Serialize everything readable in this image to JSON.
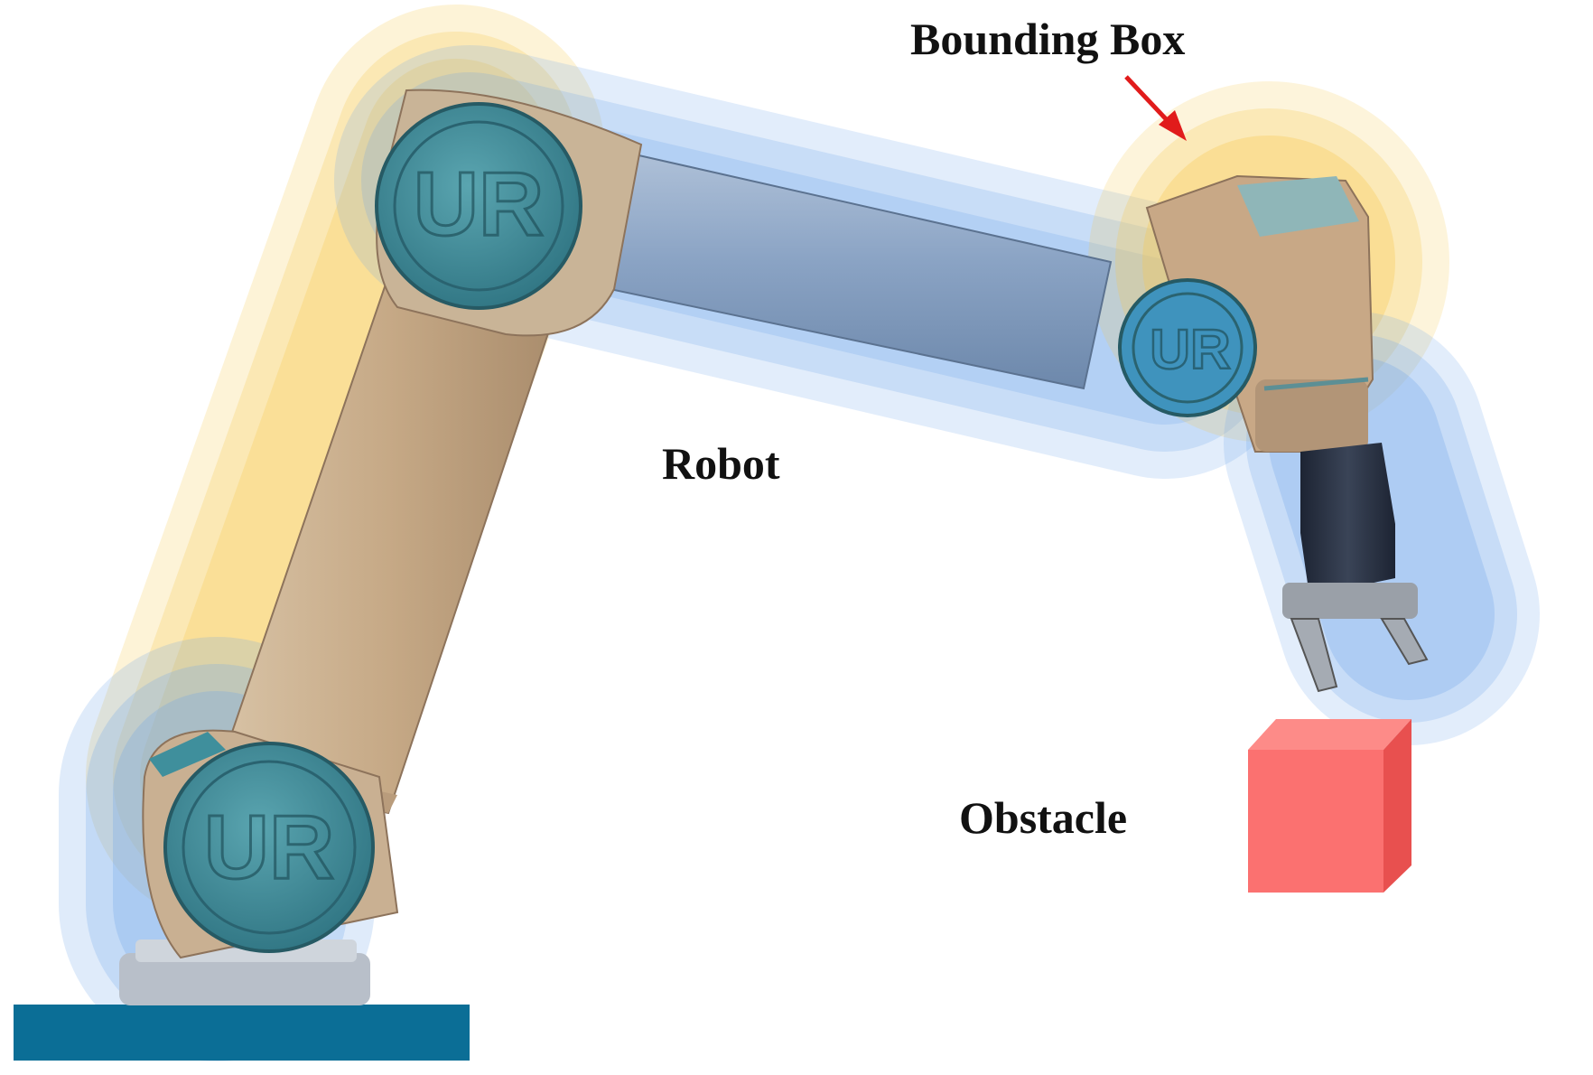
{
  "labels": {
    "bounding_box": "Bounding Box",
    "robot": "Robot",
    "obstacle": "Obstacle"
  },
  "robot_logo_text": "UR",
  "colors": {
    "bbox_yellow": "#f7c84a",
    "bbox_blue": "#6fa6ea",
    "link_blue": "#8fa9c9",
    "link_tan": "#c8ad8e",
    "joint_cap": "#3f8f9c",
    "base_plate": "#0b6e96",
    "obstacle_front": "#fb7170",
    "obstacle_top": "#fd8b88",
    "obstacle_side": "#e8504f",
    "arrow": "#e11b1b",
    "gripper": "#2b3346"
  }
}
